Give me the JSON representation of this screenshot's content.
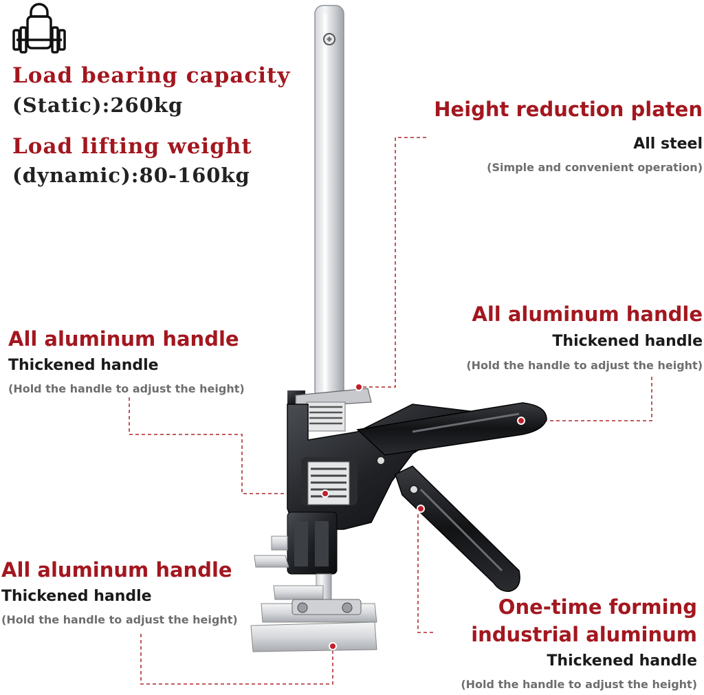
{
  "colors": {
    "accent": "#a3171f",
    "text_dark": "#1a1a1a",
    "text_gray": "#6e6e6e",
    "leader": "#b8454a"
  },
  "icons": {
    "weight": "weight-icon"
  },
  "specs": {
    "static_title": "Load bearing capacity",
    "static_value": "(Static):260kg",
    "dynamic_title": "Load lifting weight",
    "dynamic_value": "(dynamic):80-160kg"
  },
  "callouts": {
    "platen": {
      "title": "Height reduction platen",
      "subtitle": "All steel",
      "note": "(Simple and convenient operation)"
    },
    "handle_right": {
      "title": "All aluminum handle",
      "subtitle": "Thickened handle",
      "note": "(Hold the handle to adjust the height)"
    },
    "handle_left": {
      "title": "All aluminum handle",
      "subtitle": "Thickened handle",
      "note": "(Hold the handle to adjust the height)"
    },
    "handle_bottom": {
      "title": "All aluminum handle",
      "subtitle": "Thickened handle",
      "note": "(Hold the handle to adjust the height)"
    },
    "forming": {
      "title_line1": "One-time forming",
      "title_line2": "industrial aluminum",
      "subtitle": "Thickened handle",
      "note": "(Hold the handle to adjust the height)"
    }
  }
}
